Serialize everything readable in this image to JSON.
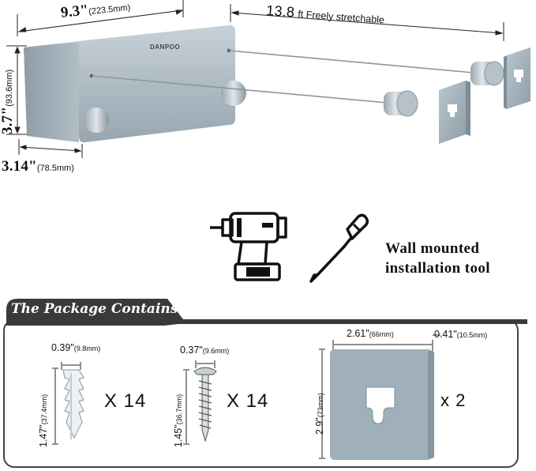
{
  "product": {
    "brand": "DANPOO",
    "width_label": "9.3\"",
    "width_metric": "(223.5mm)",
    "line_label": "13.8",
    "line_unit_text": "ft Freely stretchable",
    "height_label": "3.7\"",
    "height_metric": "(93.6mm)",
    "depth_label": "3.14\"",
    "depth_metric": "(78.5mm)"
  },
  "tools": {
    "line1": "Wall mounted",
    "line2": "installation tool"
  },
  "package": {
    "title": "The Package Contains",
    "anchor": {
      "width": "0.39\"",
      "width_metric": "(9.8mm)",
      "length": "1.47\"",
      "length_metric": "(37.4mm)",
      "quantity": "X 14"
    },
    "screw": {
      "width": "0.37\"",
      "width_metric": "(9.6mm)",
      "length": "1.45\"",
      "length_metric": "(36.7mm)",
      "quantity": "X 14"
    },
    "plate": {
      "width": "2.61\"",
      "width_metric": "(66mm)",
      "thickness": "0.41\"",
      "thickness_metric": "(10.5mm)",
      "height": "2.9\"",
      "height_metric": "(73mm)",
      "quantity": "x 2"
    }
  },
  "colors": {
    "device": "#a9b6bf",
    "plate": "#9fb0ba",
    "banner": "#3a3a3a",
    "box_border": "#444444"
  }
}
